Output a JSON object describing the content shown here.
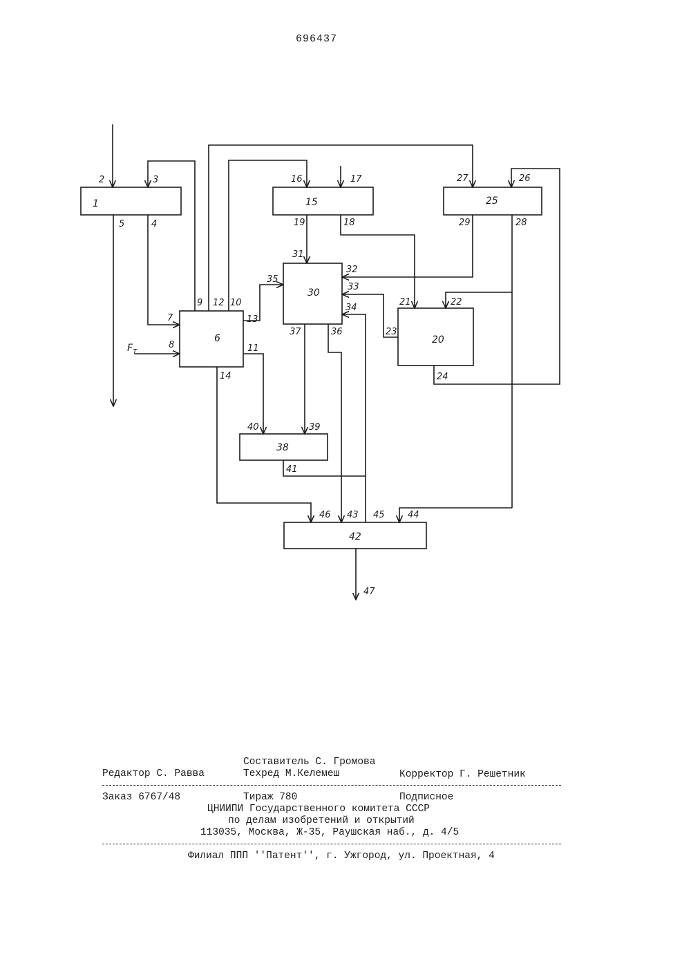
{
  "patent_number": "696437",
  "diagram": {
    "blocks": [
      "1",
      "6",
      "15",
      "20",
      "25",
      "30",
      "38",
      "42"
    ],
    "terminals": [
      "2",
      "3",
      "4",
      "5",
      "7",
      "8",
      "9",
      "10",
      "11",
      "12",
      "13",
      "14",
      "16",
      "17",
      "18",
      "19",
      "21",
      "22",
      "23",
      "24",
      "26",
      "27",
      "28",
      "29",
      "31",
      "32",
      "33",
      "34",
      "35",
      "36",
      "37",
      "39",
      "40",
      "41",
      "43",
      "44",
      "45",
      "46",
      "47"
    ],
    "input_label": "F",
    "input_label_sub": "T"
  },
  "colophon": {
    "compiler": "Составитель С. Громова",
    "editor": "Редактор С. Равва",
    "techred": "Техред М.Келемеш",
    "corrector": "Корректор Г. Решетник",
    "order": "Заказ 6767/48",
    "circulation": "Тираж 780",
    "subscription": "Подписное",
    "org1": "ЦНИИПИ Государственного комитета СССР",
    "org2": "по делам изобретений и открытий",
    "address": "113035, Москва, Ж-35, Раушская наб., д. 4/5",
    "branch": "Филиал ППП ''Патент'', г. Ужгород, ул. Проектная, 4"
  }
}
